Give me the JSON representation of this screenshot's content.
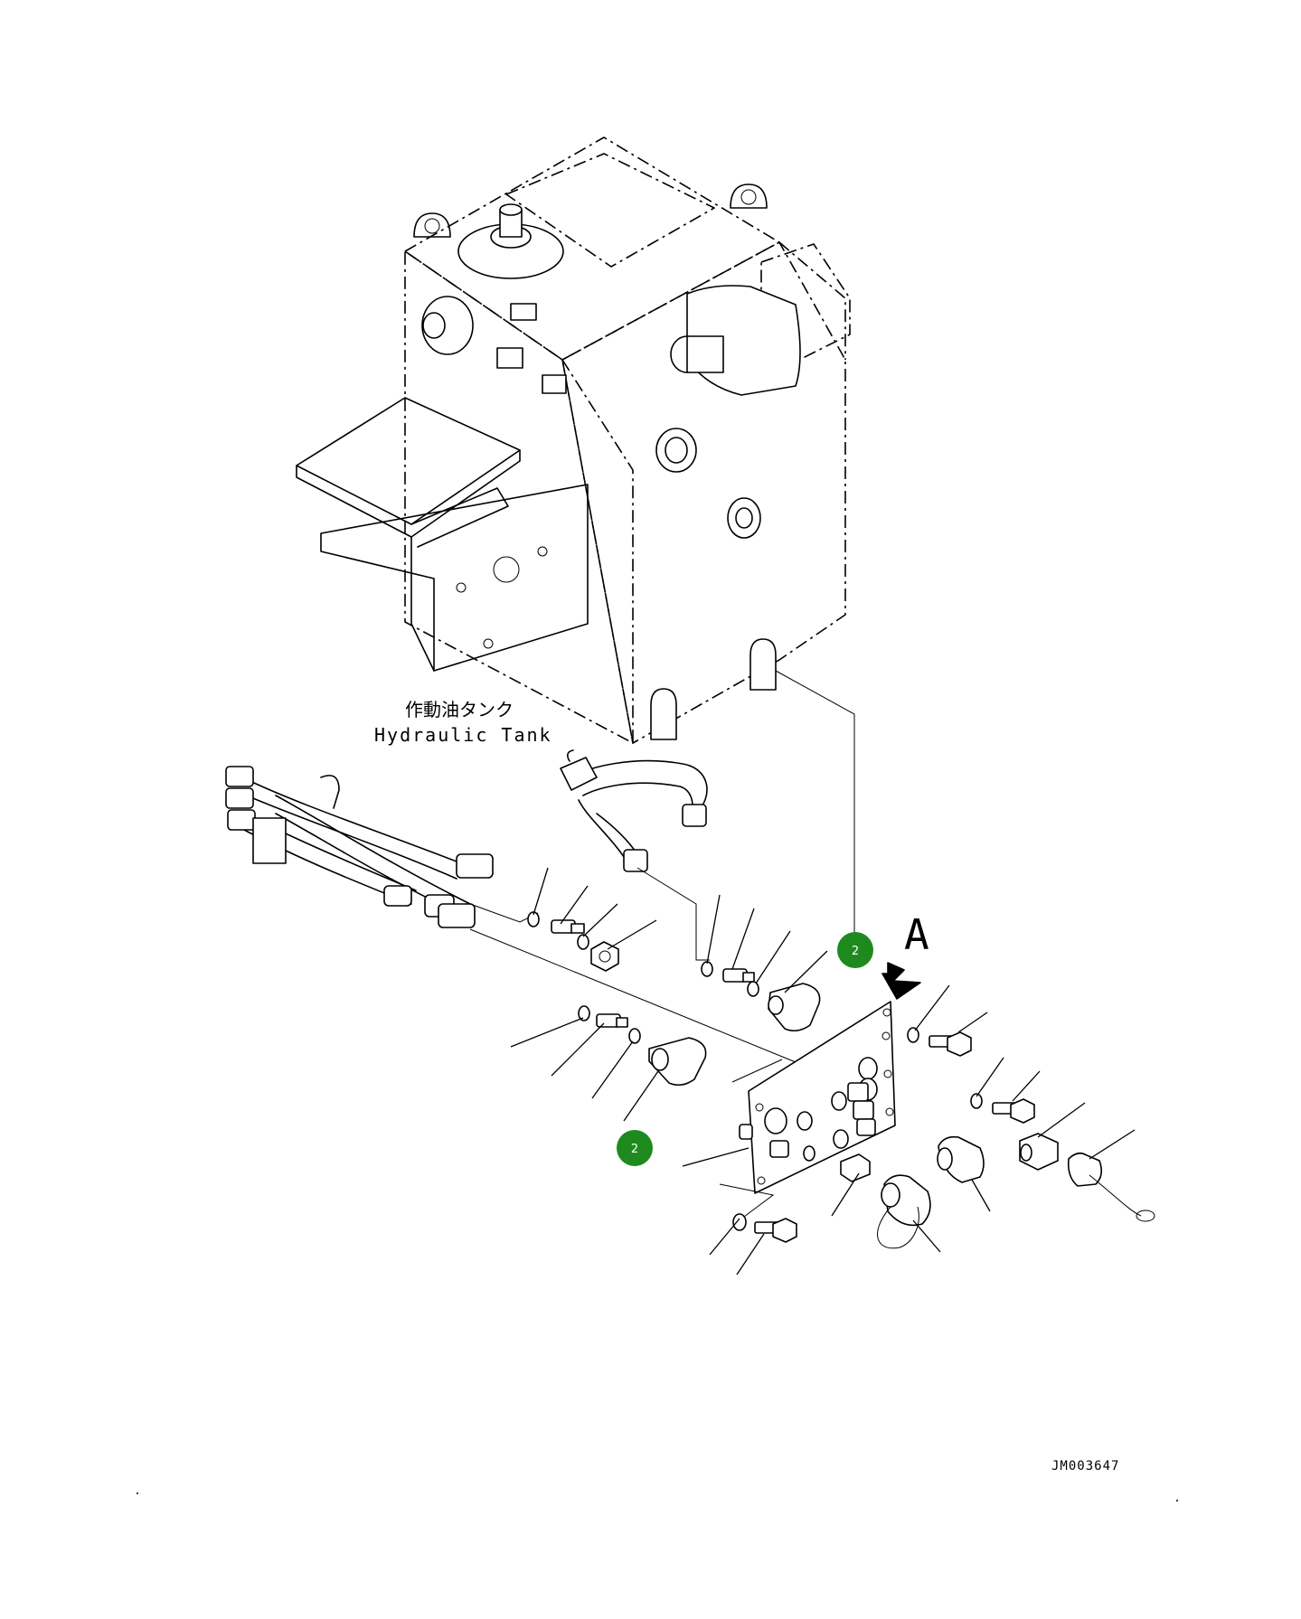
{
  "labels": {
    "tank_jp": "作動油タンク",
    "tank_en": "Hydraulic Tank",
    "view_a": "A",
    "drawing_id": "JM003647"
  },
  "callouts": [
    {
      "number": "2"
    },
    {
      "number": "2"
    }
  ],
  "colors": {
    "callout_fill": "#1e8a1e",
    "callout_text": "#ffffff",
    "line": "#000000",
    "background": "#ffffff"
  }
}
